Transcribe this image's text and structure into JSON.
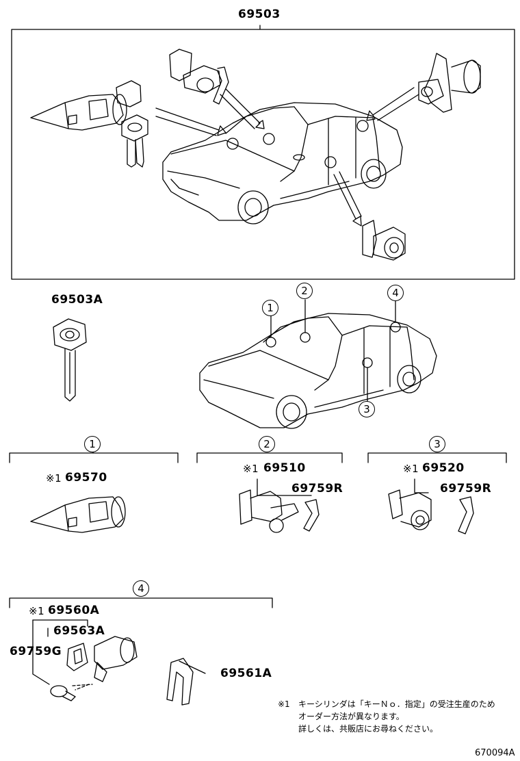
{
  "kit": {
    "main": "69503",
    "key": "69503A"
  },
  "groups": [
    {
      "no": "1",
      "part": "69570",
      "mark": "※1"
    },
    {
      "no": "2",
      "part": "69510",
      "mark": "※1",
      "clip": "69759R"
    },
    {
      "no": "3",
      "part": "69520",
      "mark": "※1",
      "clip": "69759R"
    },
    {
      "no": "4",
      "part": "69560A",
      "mark": "※1",
      "sub": "69563A",
      "clip": "69759G",
      "extra": "69561A"
    }
  ],
  "callouts": [
    "1",
    "2",
    "3",
    "4"
  ],
  "note": {
    "mark": "※1",
    "lines": [
      "キーシリンダは「キーＮｏ．指定」の受注生産のため",
      "オーダー方法が異なります。",
      "詳しくは、共販店にお尋ねください。"
    ]
  },
  "figure_code": "670094A"
}
